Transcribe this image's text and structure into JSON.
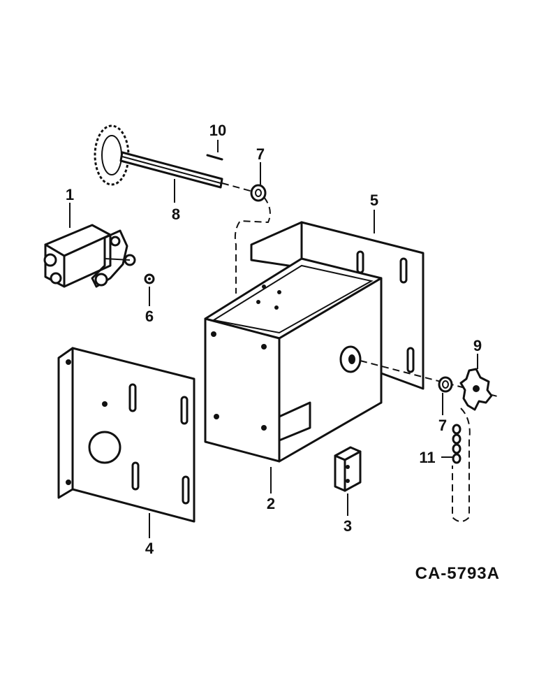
{
  "figure_code": "CA-5793A",
  "callouts": {
    "part_1": "1",
    "part_2": "2",
    "part_3": "3",
    "part_4": "4",
    "part_5": "5",
    "part_6": "6",
    "part_7_upper": "7",
    "part_7_lower": "7",
    "part_8": "8",
    "part_9": "9",
    "part_10": "10",
    "part_11": "11"
  },
  "colors": {
    "ink": "#111111",
    "paper": "#ffffff"
  }
}
